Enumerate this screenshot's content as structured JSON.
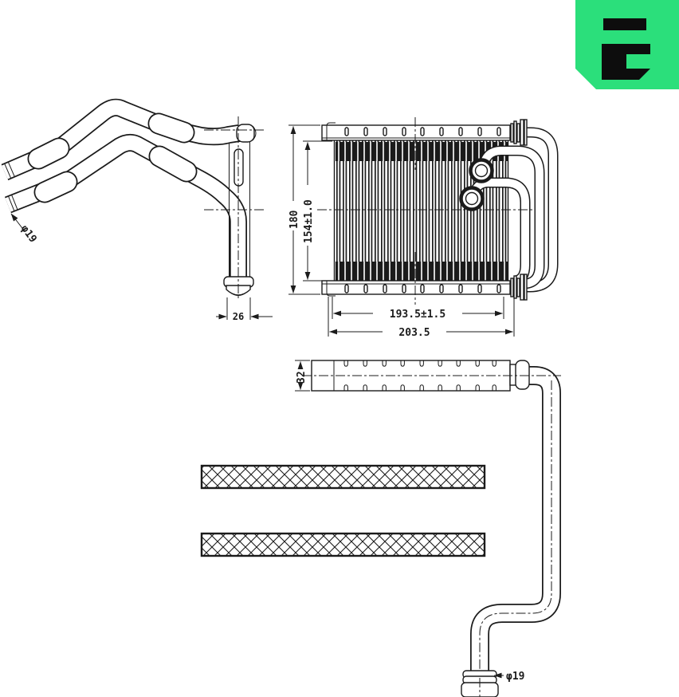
{
  "page": {
    "background_hex": "#ffffff"
  },
  "logo": {
    "name": "era-logo",
    "green_hex": "#2BDF7B",
    "glyph_hex": "#0d0d0d"
  },
  "drawing": {
    "ink_hex": "#1b1b1b",
    "labels": {
      "pipe_diameter_top": "φ19",
      "core_height": "154±1.0",
      "overall_height": "180",
      "bracket_width": "26",
      "core_width": "193.5±1.5",
      "overall_width": "203.5",
      "core_depth": "32",
      "pipe_diameter_bottom": "φ19"
    }
  }
}
